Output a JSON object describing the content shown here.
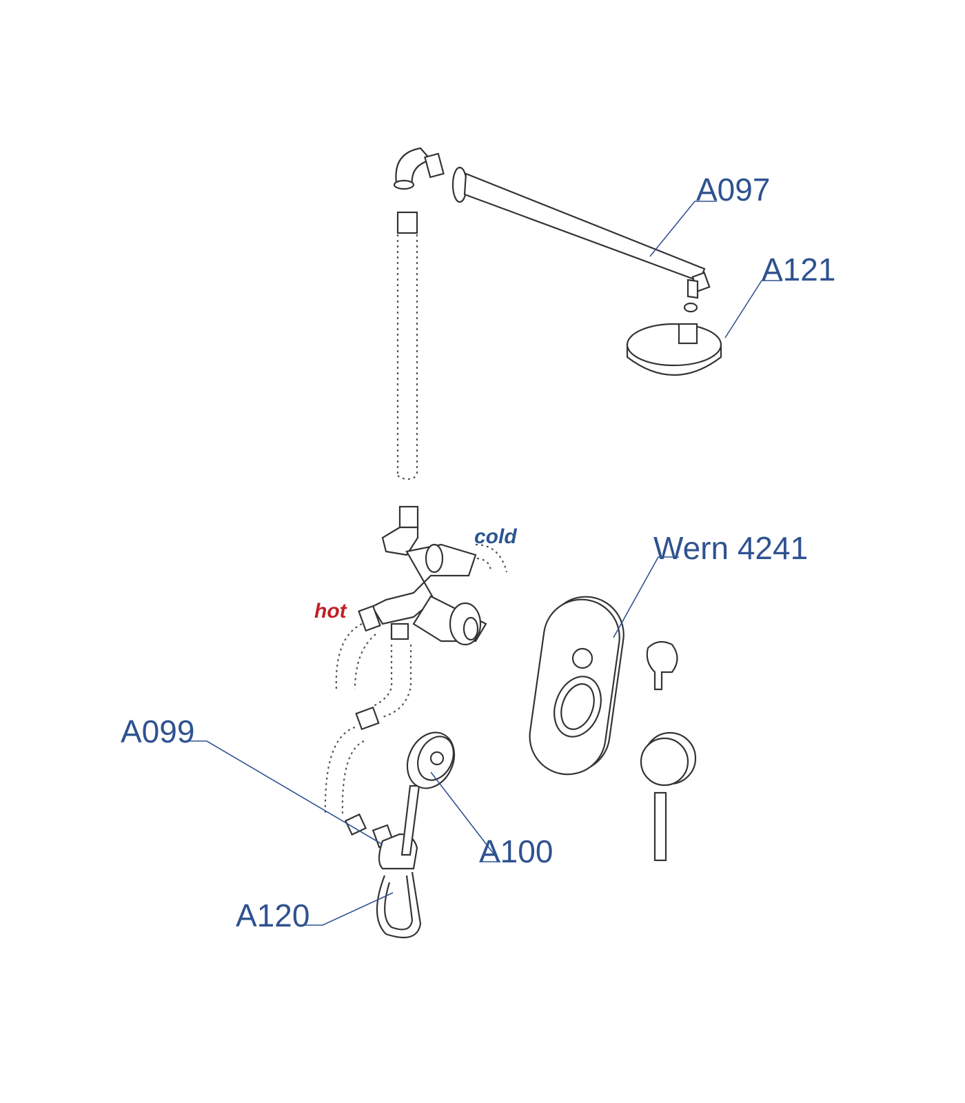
{
  "labels": {
    "arm": "A097",
    "head": "A121",
    "mixer": "Wern 4241",
    "hose": "A099",
    "hand_shower": "A100",
    "holder": "A120"
  },
  "inlets": {
    "hot": "hot",
    "cold": "cold"
  },
  "colors": {
    "label": "#2f5290",
    "hot": "#c0202a",
    "cold": "#2a5590"
  }
}
